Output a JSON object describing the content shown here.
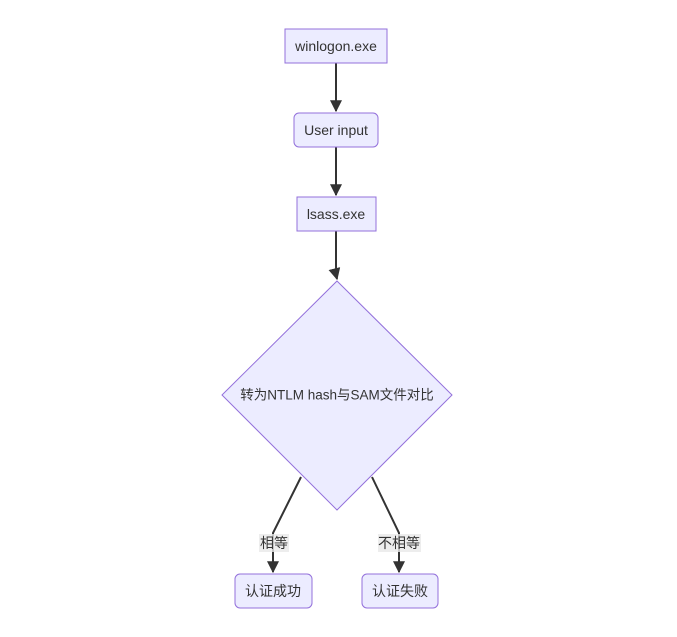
{
  "nodes": {
    "winlogon": "winlogon.exe",
    "user_input": "User input",
    "lsass": "lsass.exe",
    "decision": "转为NTLM hash与SAM文件对比",
    "success": "认证成功",
    "failure": "认证失败"
  },
  "edges": {
    "equal": "相等",
    "not_equal": "不相等"
  },
  "colors": {
    "node_fill": "#ECECFF",
    "node_stroke": "#9370DB",
    "edge": "#333333"
  }
}
